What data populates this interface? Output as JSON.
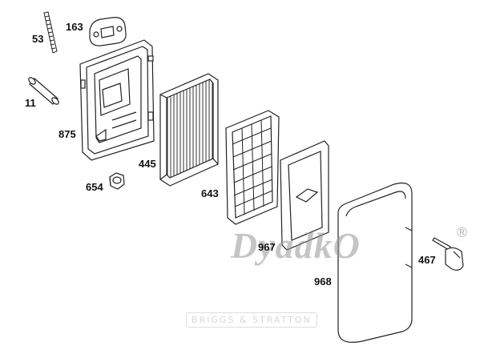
{
  "parts": [
    {
      "key": "stud",
      "number": "53"
    },
    {
      "key": "gasket",
      "number": "163"
    },
    {
      "key": "tube",
      "number": "11"
    },
    {
      "key": "base",
      "number": "875"
    },
    {
      "key": "cartridge",
      "number": "445"
    },
    {
      "key": "nut",
      "number": "654"
    },
    {
      "key": "pre-cleaner",
      "number": "643"
    },
    {
      "key": "screen",
      "number": "967"
    },
    {
      "key": "cover",
      "number": "968"
    },
    {
      "key": "knob",
      "number": "467"
    }
  ],
  "watermark": {
    "text": "DyadkO",
    "registered": "®"
  },
  "brand_stamp": "BRIGGS & STRATTON"
}
